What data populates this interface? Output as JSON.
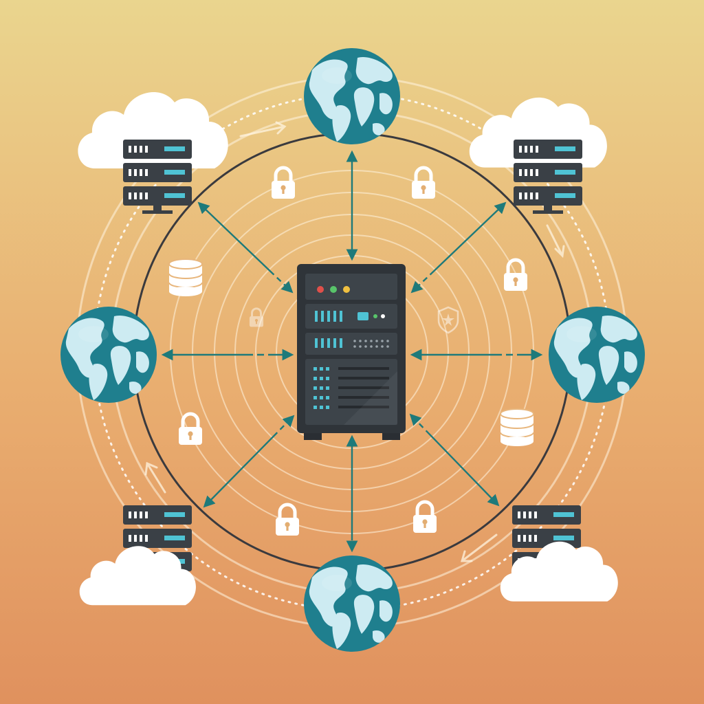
{
  "colors": {
    "bg_top": "#EAD58E",
    "bg_bottom": "#E0915E",
    "ring": "#3A3A3E",
    "arrow": "#1E7A7A",
    "ocean": "#1F7F8E",
    "land": "#CDEBF2",
    "server_body": "#2F3439",
    "server_panel": "#3D444A",
    "server_accent": "#4FC3D4",
    "cloud": "#FFFFFF",
    "icon": "#FFFFFF"
  },
  "hub": {
    "icon": "server-rack-icon"
  },
  "globes": [
    {
      "name": "globe-top"
    },
    {
      "name": "globe-left"
    },
    {
      "name": "globe-right"
    },
    {
      "name": "globe-bottom"
    }
  ],
  "clouds": [
    {
      "name": "cloud-server-top-left"
    },
    {
      "name": "cloud-server-top-right"
    },
    {
      "name": "cloud-server-bottom-left"
    },
    {
      "name": "cloud-server-bottom-right"
    }
  ],
  "icons": [
    "lock-icon",
    "database-icon",
    "shield-icon"
  ]
}
